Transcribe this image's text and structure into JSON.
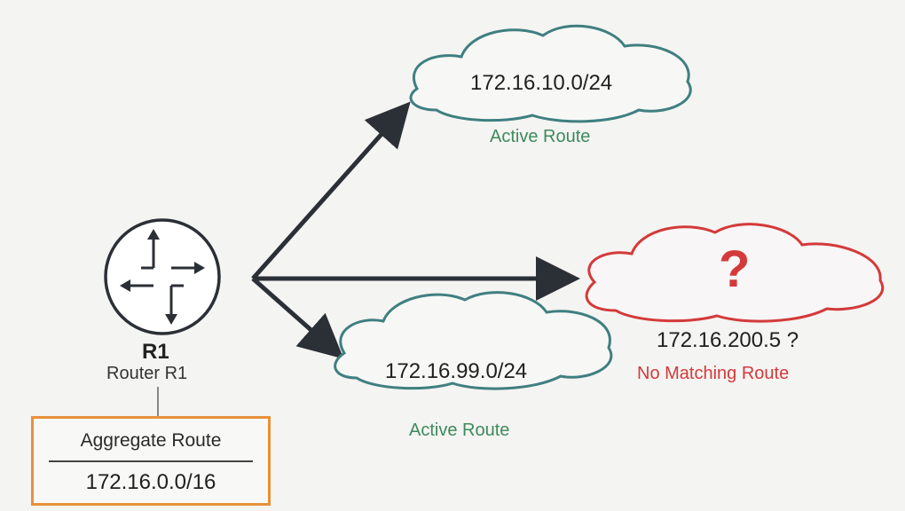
{
  "router": {
    "name": "R1",
    "subtitle": "Router R1"
  },
  "aggregate": {
    "title": "Aggregate Route",
    "prefix": "172.16.0.0/16"
  },
  "networks": [
    {
      "prefix": "172.16.10.0/24",
      "status": "Active Route"
    },
    {
      "prefix": "172.16.99.0/24",
      "status": "Active Route"
    }
  ],
  "unknown": {
    "symbol": "?",
    "destination": "172.16.200.5 ?",
    "status": "No Matching Route"
  },
  "colors": {
    "active": "#3e8a5c",
    "no_match": "#d43a3a",
    "aggregate_border": "#e8913a",
    "cloud_outline": "#3f7f80",
    "arrow": "#2b2f36"
  },
  "icons": {
    "router": "router-icon",
    "arrow": "arrow-icon",
    "cloud": "cloud-icon"
  }
}
